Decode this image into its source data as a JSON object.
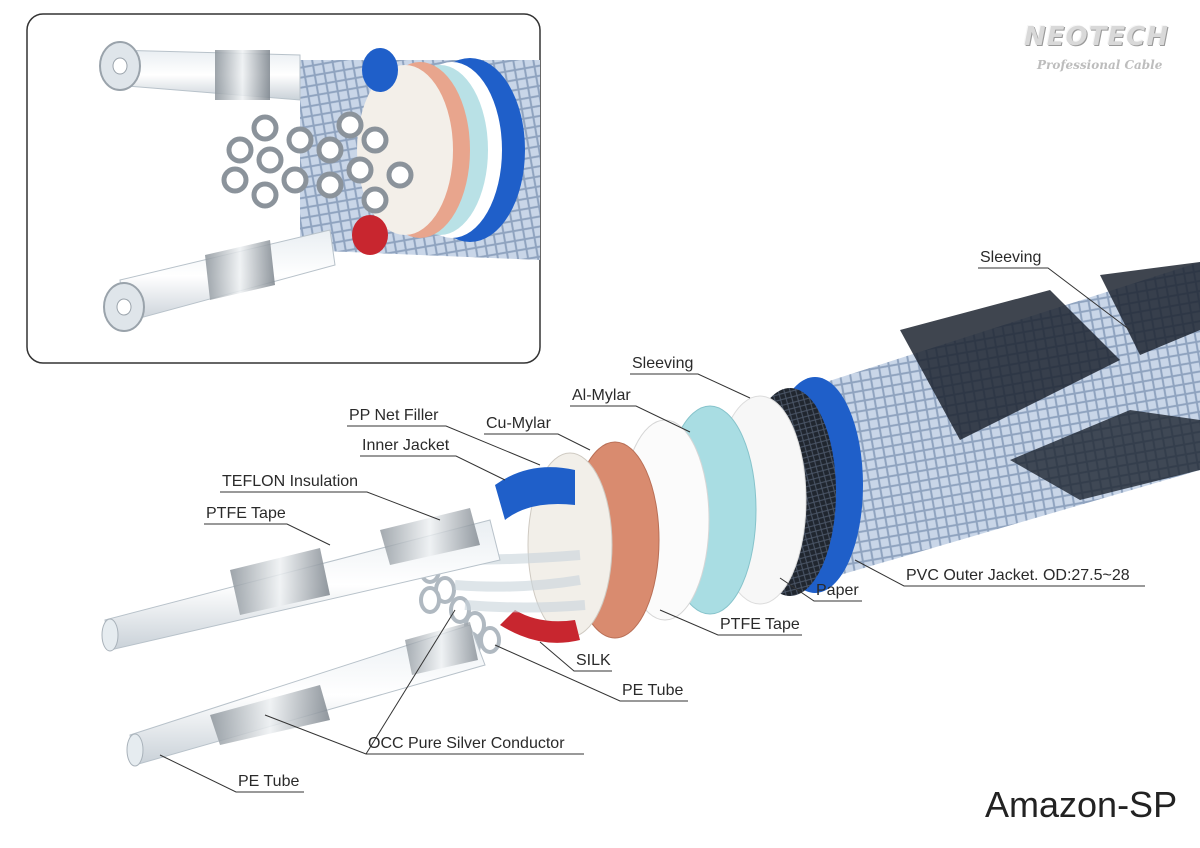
{
  "brand": {
    "name": "NEOTECH",
    "tagline": "Professional Cable"
  },
  "product_name": "Amazon-SP",
  "labels": {
    "sleeving_outer": "Sleeving",
    "sleeving_inner": "Sleeving",
    "al_mylar": "Al-Mylar",
    "cu_mylar": "Cu-Mylar",
    "pp_net_filler": "PP Net Filler",
    "inner_jacket": "Inner Jacket",
    "teflon_insulation": "TEFLON Insulation",
    "ptfe_tape_left": "PTFE Tape",
    "paper": "Paper",
    "pvc_outer_jacket": "PVC Outer Jacket. OD:27.5~28",
    "ptfe_tape_right": "PTFE Tape",
    "silk": "SILK",
    "pe_tube_mid": "PE Tube",
    "occ_conductor": "OCC Pure Silver Conductor",
    "pe_tube_bottom": "PE Tube"
  },
  "colors": {
    "outer_jacket_blue": "#1f5fc9",
    "braid_dark": "#1d2430",
    "braid_light": "#c4d3e6",
    "cu_mylar": "#d98b6f",
    "al_mylar": "#a9dde3",
    "red_layer": "#c8262f"
  }
}
